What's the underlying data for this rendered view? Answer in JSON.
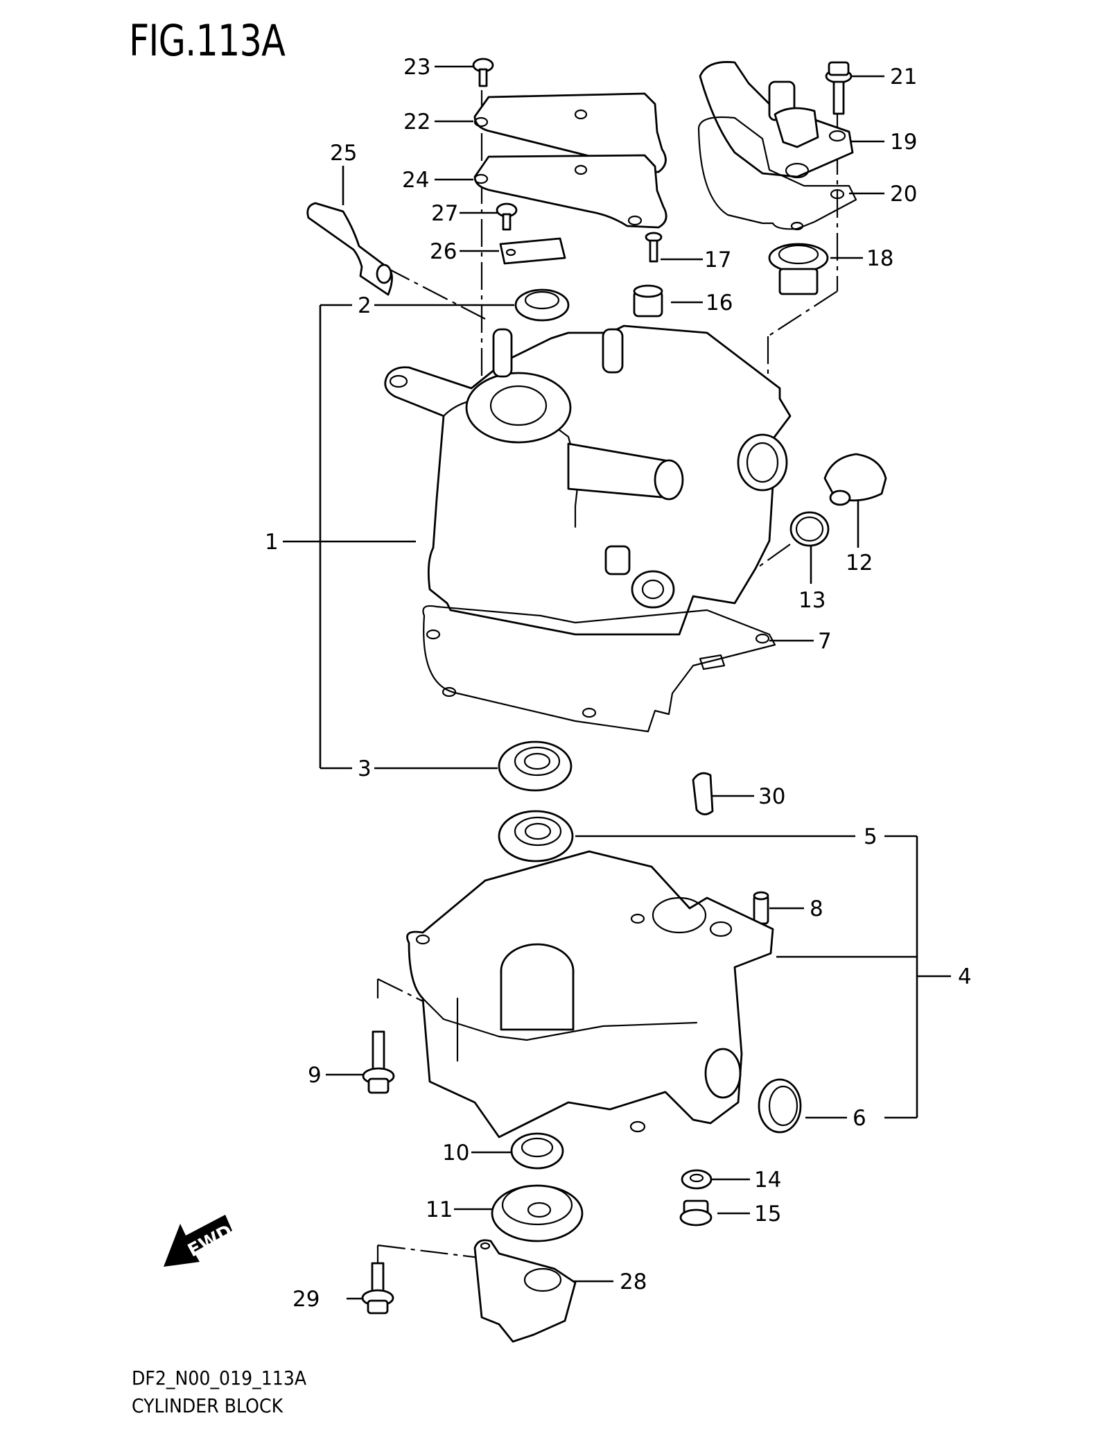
{
  "figure": {
    "title": "FIG.113A",
    "code": "DF2_N00_019_113A",
    "name": "CYLINDER BLOCK",
    "direction_indicator": "FWD"
  },
  "callouts": [
    {
      "id": "c1",
      "label": "1"
    },
    {
      "id": "c2",
      "label": "2"
    },
    {
      "id": "c3",
      "label": "3"
    },
    {
      "id": "c4",
      "label": "4"
    },
    {
      "id": "c5",
      "label": "5"
    },
    {
      "id": "c6",
      "label": "6"
    },
    {
      "id": "c7",
      "label": "7"
    },
    {
      "id": "c8",
      "label": "8"
    },
    {
      "id": "c9",
      "label": "9"
    },
    {
      "id": "c10",
      "label": "10"
    },
    {
      "id": "c11",
      "label": "11"
    },
    {
      "id": "c12",
      "label": "12"
    },
    {
      "id": "c13",
      "label": "13"
    },
    {
      "id": "c14",
      "label": "14"
    },
    {
      "id": "c15",
      "label": "15"
    },
    {
      "id": "c16",
      "label": "16"
    },
    {
      "id": "c17",
      "label": "17"
    },
    {
      "id": "c18",
      "label": "18"
    },
    {
      "id": "c19",
      "label": "19"
    },
    {
      "id": "c20",
      "label": "20"
    },
    {
      "id": "c21",
      "label": "21"
    },
    {
      "id": "c22",
      "label": "22"
    },
    {
      "id": "c23",
      "label": "23"
    },
    {
      "id": "c24",
      "label": "24"
    },
    {
      "id": "c25",
      "label": "25"
    },
    {
      "id": "c26",
      "label": "26"
    },
    {
      "id": "c27",
      "label": "27"
    },
    {
      "id": "c28",
      "label": "28"
    },
    {
      "id": "c29",
      "label": "29"
    },
    {
      "id": "c30",
      "label": "30"
    }
  ]
}
